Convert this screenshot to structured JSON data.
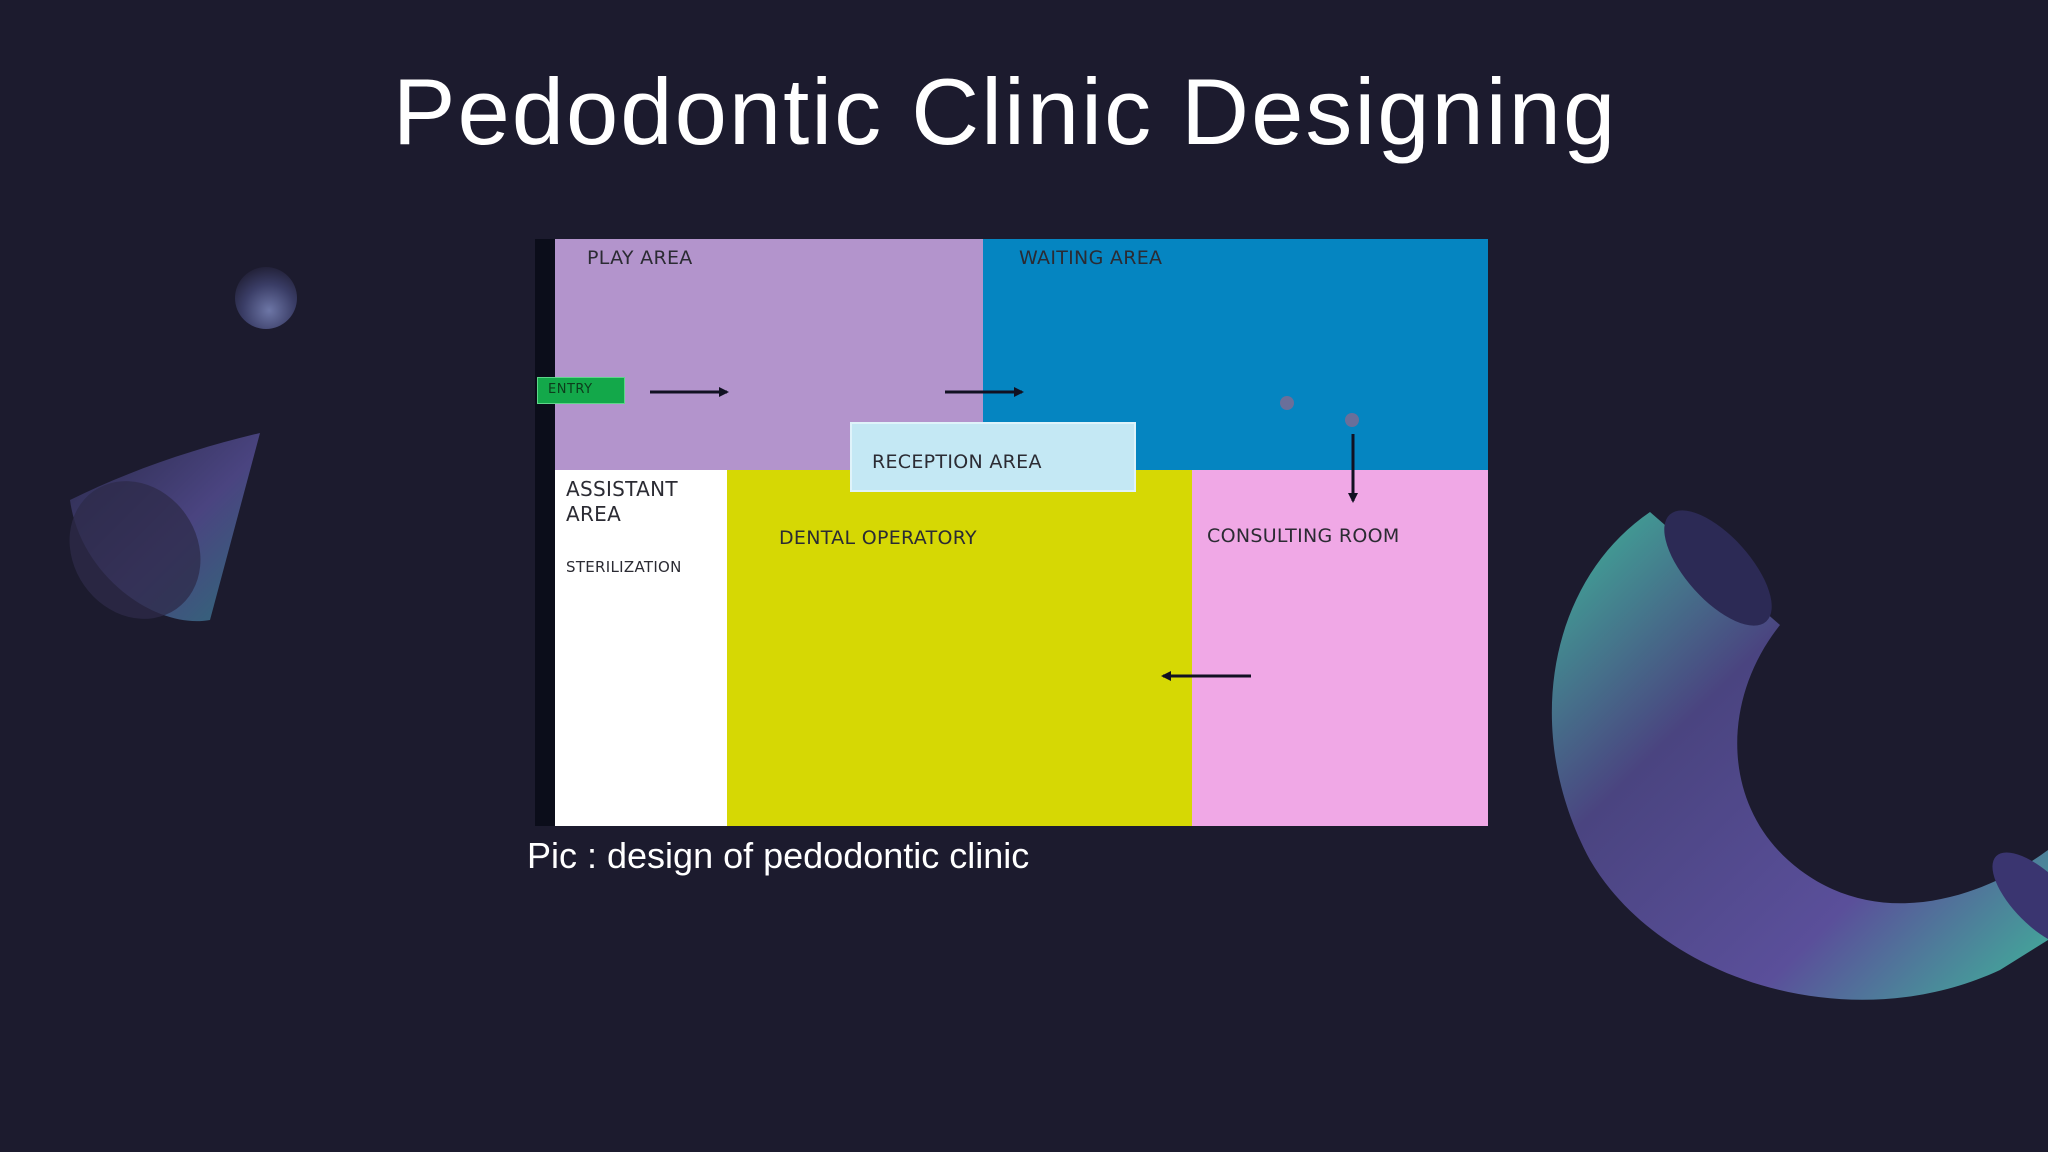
{
  "slide": {
    "title": "Pedodontic Clinic Designing",
    "caption": "Pic : design of pedodontic clinic"
  },
  "floorplan": {
    "zones": {
      "play_area": "PLAY AREA",
      "waiting_area": "WAITING AREA",
      "reception_area": "RECEPTION AREA",
      "assistant_area": "ASSISTANT\nAREA",
      "sterilization": "STERILIZATION",
      "dental_operatory": "DENTAL OPERATORY",
      "consulting_room": "CONSULTING ROOM",
      "entry": "ENTRY"
    },
    "colors": {
      "play_area": "#b394cc",
      "waiting_area": "#0585c1",
      "reception_area": "#c4e8f4",
      "assistant_area": "#ffffff",
      "dental_operatory": "#d6d804",
      "consulting_room": "#f0a8e6",
      "entry": "#13a84a"
    }
  },
  "theme": {
    "background": "#1c1b2e",
    "accent_purple": "#4a4480",
    "accent_teal": "#3fb59a"
  }
}
